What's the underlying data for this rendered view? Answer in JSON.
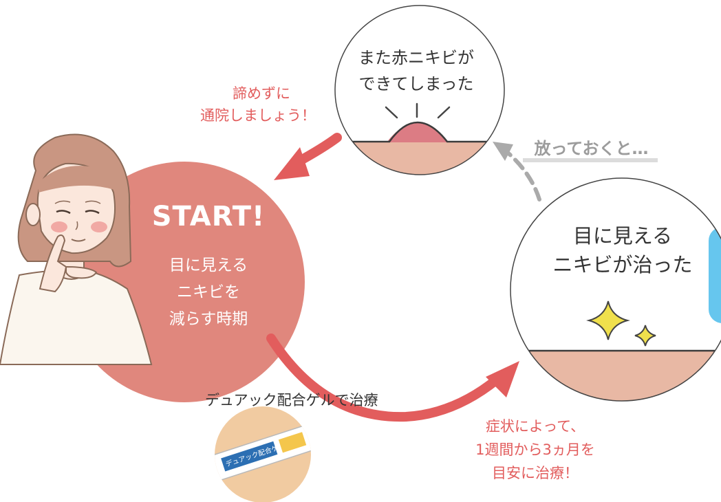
{
  "start": {
    "title": "START!",
    "lines": [
      "目に見える",
      "ニキビを",
      "減らす時期"
    ]
  },
  "top_circle": {
    "lines": [
      "また赤ニキビが",
      "できてしまった"
    ]
  },
  "right_circle": {
    "lines": [
      "目に見える",
      "ニキビが治った"
    ]
  },
  "encourage": {
    "lines": [
      "諦めずに",
      "通院しましょう！"
    ]
  },
  "neglect_label": "放っておくと…",
  "treatment_label": "デュアック配合ゲルで治療",
  "duration": {
    "lines": [
      "症状によって、",
      "1週間から3ヵ月を",
      "目安に治療！"
    ]
  },
  "tube_label": "デュアック配合ゲル",
  "colors": {
    "start_circle": "#e0877d",
    "arrow_red": "#e25d5d",
    "skin": "#e8b8a4",
    "pimple": "#dc7c84",
    "sparkle": "#f0e04c",
    "bubble": "#f1cba1",
    "blue_edge": "#66c6ee",
    "gray_text": "#9c9c9c"
  },
  "icons": [
    "woman-illustration",
    "pimple-icon",
    "sparkle-icon",
    "gel-tube-icon",
    "cycle-arrow-icon"
  ]
}
